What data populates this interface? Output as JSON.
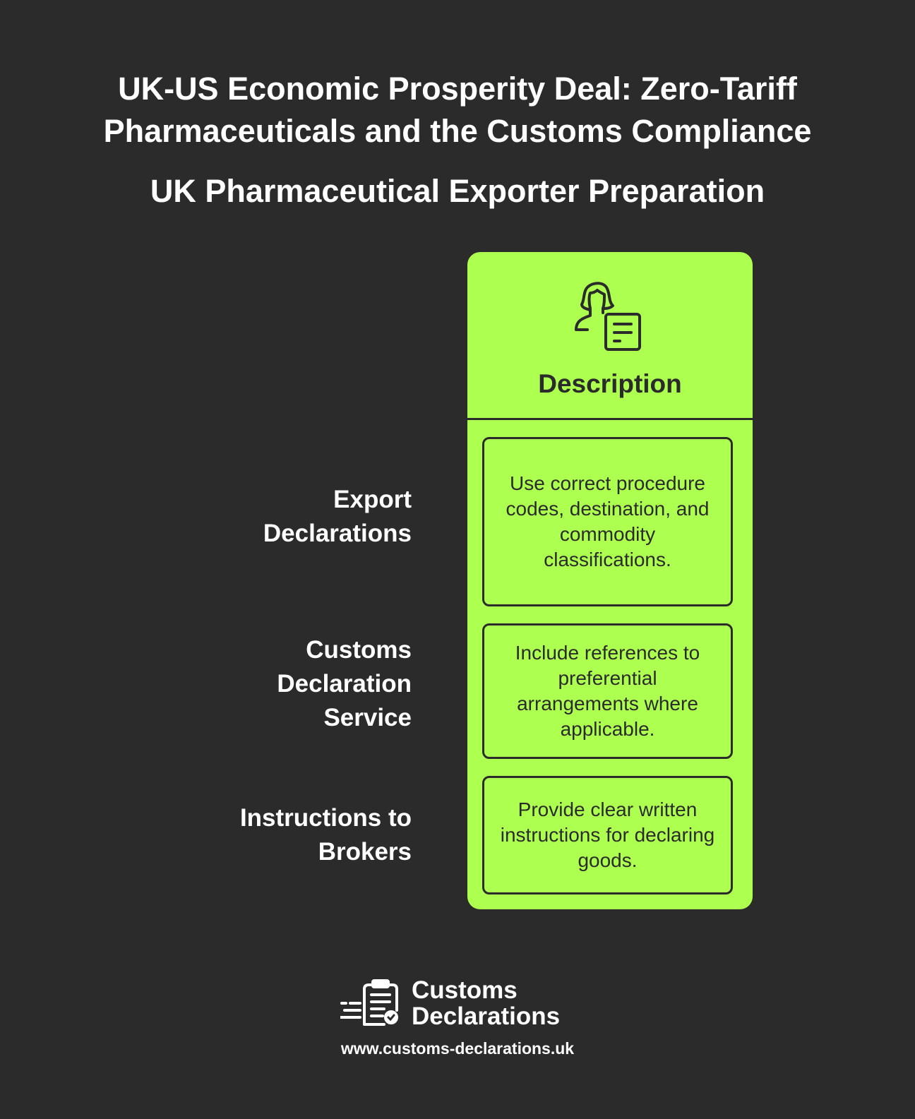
{
  "header": {
    "title_line1": "UK-US Economic Prosperity Deal: Zero-Tariff",
    "title_line2": "Pharmaceuticals and the Customs Compliance",
    "subtitle": "UK Pharmaceutical Exporter Preparation"
  },
  "card": {
    "heading": "Description",
    "icon": "person-with-document-icon"
  },
  "rows": [
    {
      "label": "Export Declarations",
      "description": "Use correct procedure codes, destination, and commodity classifications."
    },
    {
      "label": "Customs Declaration Service",
      "description": "Include references to preferential arrangements where applicable."
    },
    {
      "label": "Instructions to Brokers",
      "description": "Provide clear written instructions for declaring goods."
    }
  ],
  "footer": {
    "brand_line1": "Customs",
    "brand_line2": "Declarations",
    "url": "www.customs-declarations.uk"
  },
  "colors": {
    "background": "#2b2b2b",
    "accent": "#adff50"
  }
}
